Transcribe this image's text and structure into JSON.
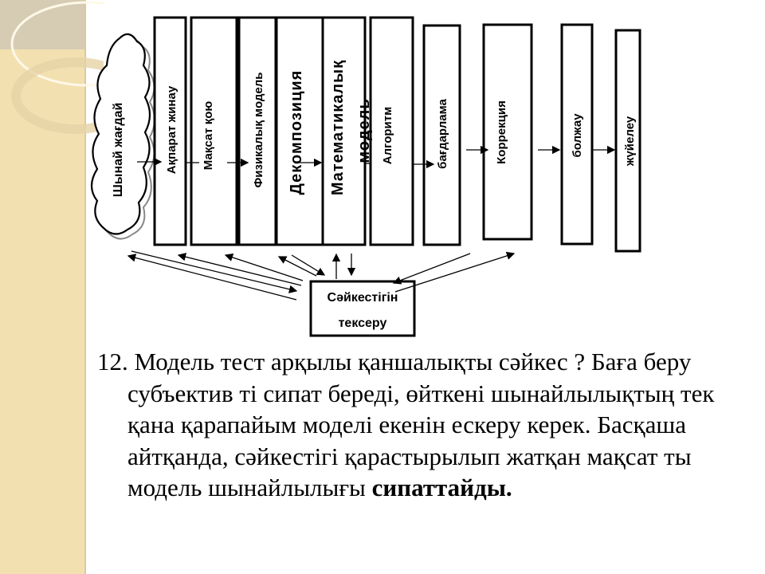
{
  "diagram": {
    "cloud_label": "Шынай жағдай",
    "steps": [
      "Ақпарат жинау",
      "Мақсат қою",
      "Физикалық модель",
      "Декомпозиция",
      "Математикалық",
      "модель",
      "Алгоритм",
      "бағдарлама",
      "Коррекция",
      "болжау",
      "жүйелеу"
    ],
    "check_box": [
      "Сәйкестігін",
      "тексеру"
    ]
  },
  "text": {
    "paragraph": "12. Модель тест  арқылы қаншалықты сәйкес ? Баға беру субъектив ті сипат береді, өйткені шынайлылықтың тек қана қарапайым моделі екенін ескеру керек. Басқаша айтқанда, сәйкестігі қарастырылып жатқан мақсат ты модель шынайлылығы ",
    "bold_end": "сипаттайды."
  }
}
